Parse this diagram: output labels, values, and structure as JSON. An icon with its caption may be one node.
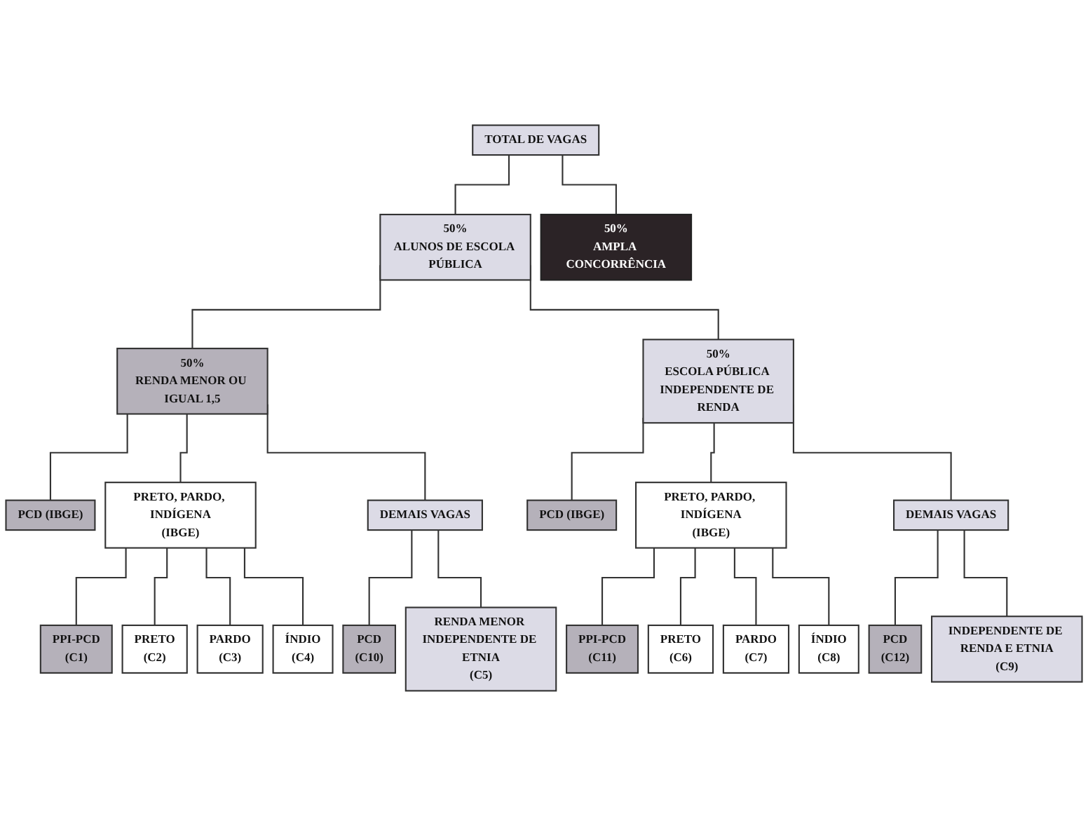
{
  "diagram": {
    "nodes": [
      {
        "text": [
          "TOTAL DE VAGAS"
        ]
      },
      {
        "text": [
          "50%",
          "ALUNOS DE ESCOLA PÚBLICA"
        ]
      },
      {
        "text": [
          "50%",
          "AMPLA CONCORRÊNCIA"
        ]
      },
      {
        "text": [
          "50%",
          "RENDA MENOR OU IGUAL 1,5"
        ]
      },
      {
        "text": [
          "50%",
          "ESCOLA PÚBLICA INDEPENDENTE DE RENDA"
        ]
      },
      {
        "text": [
          "PCD (IBGE)"
        ]
      },
      {
        "text": [
          "PRETO, PARDO, INDÍGENA",
          "(IBGE)"
        ]
      },
      {
        "text": [
          "DEMAIS VAGAS"
        ]
      },
      {
        "text": [
          "PCD (IBGE)"
        ]
      },
      {
        "text": [
          "PRETO, PARDO, INDÍGENA",
          "(IBGE)"
        ]
      },
      {
        "text": [
          "DEMAIS VAGAS"
        ]
      },
      {
        "text": [
          "PPI-PCD",
          "(C1)"
        ]
      },
      {
        "text": [
          "PRETO",
          "(C2)"
        ]
      },
      {
        "text": [
          "PARDO",
          "(C3)"
        ]
      },
      {
        "text": [
          "ÍNDIO",
          "(C4)"
        ]
      },
      {
        "text": [
          "PCD",
          "(C10)"
        ]
      },
      {
        "text": [
          "RENDA MENOR INDEPENDENTE DE ETNIA",
          "(C5)"
        ]
      },
      {
        "text": [
          "PPI-PCD",
          "(C11)"
        ]
      },
      {
        "text": [
          "PRETO",
          "(C6)"
        ]
      },
      {
        "text": [
          "PARDO",
          "(C7)"
        ]
      },
      {
        "text": [
          "ÍNDIO",
          "(C8)"
        ]
      },
      {
        "text": [
          "PCD",
          "(C12)"
        ]
      },
      {
        "text": [
          "INDEPENDENTE DE RENDA E ETNIA",
          "(C9)"
        ]
      }
    ],
    "edges": [
      {
        "from": 0,
        "to": 1,
        "arrow": "none"
      },
      {
        "from": 0,
        "to": 2,
        "arrow": "none"
      },
      {
        "from": 1,
        "to": 3,
        "arrow": "none"
      },
      {
        "from": 1,
        "to": 4,
        "arrow": "none"
      },
      {
        "from": 3,
        "to": 5,
        "arrow": "none"
      },
      {
        "from": 3,
        "to": 6,
        "arrow": "none"
      },
      {
        "from": 3,
        "to": 7,
        "arrow": "none"
      },
      {
        "from": 4,
        "to": 8,
        "arrow": "none"
      },
      {
        "from": 4,
        "to": 9,
        "arrow": "none"
      },
      {
        "from": 4,
        "to": 10,
        "arrow": "none"
      },
      {
        "from": 6,
        "to": 11,
        "arrow": "none"
      },
      {
        "from": 6,
        "to": 12,
        "arrow": "none"
      },
      {
        "from": 6,
        "to": 13,
        "arrow": "none"
      },
      {
        "from": 6,
        "to": 14,
        "arrow": "none"
      },
      {
        "from": 7,
        "to": 15,
        "arrow": "none"
      },
      {
        "from": 7,
        "to": 16,
        "arrow": "none"
      },
      {
        "from": 9,
        "to": 17,
        "arrow": "none"
      },
      {
        "from": 9,
        "to": 18,
        "arrow": "none"
      },
      {
        "from": 9,
        "to": 19,
        "arrow": "none"
      },
      {
        "from": 9,
        "to": 20,
        "arrow": "none"
      },
      {
        "from": 10,
        "to": 21,
        "arrow": "none"
      },
      {
        "from": 10,
        "to": 22,
        "arrow": "none"
      }
    ]
  }
}
